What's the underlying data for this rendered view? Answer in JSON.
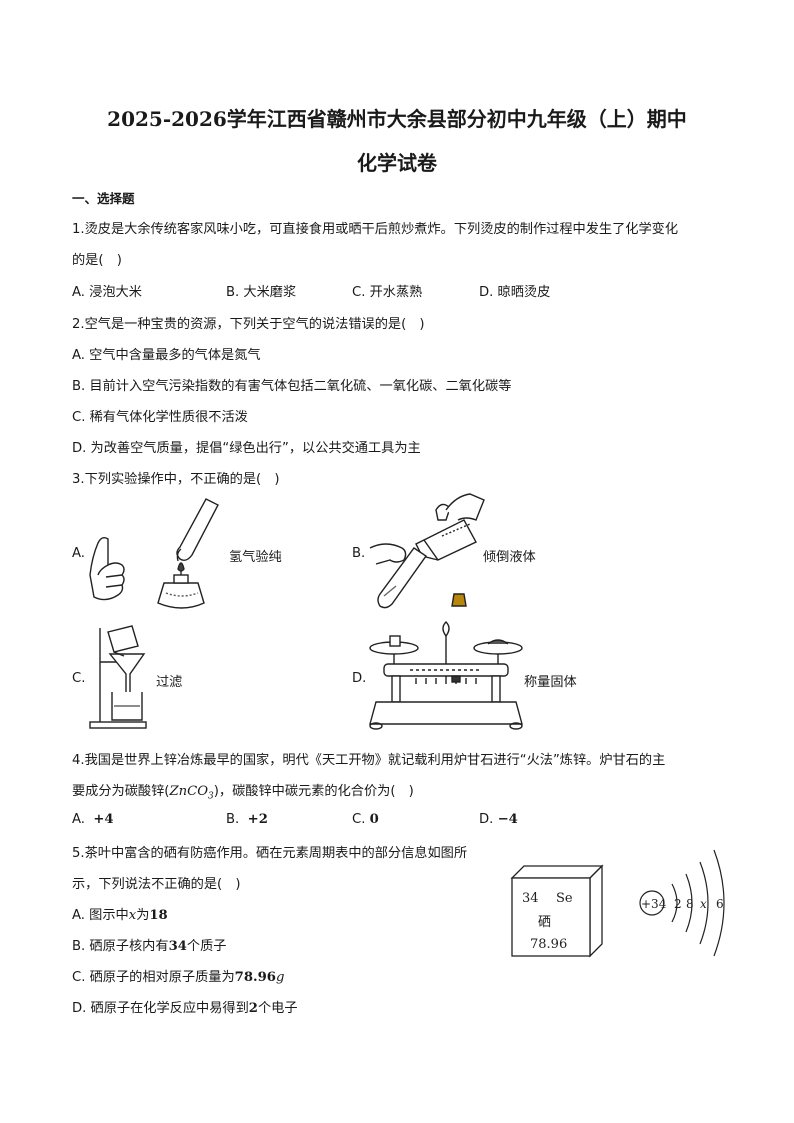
{
  "header": {
    "title_line1": "2025-2026学年江西省赣州市大余县部分初中九年级（上）期中",
    "title_line2": "化学试卷"
  },
  "section1": "一、选择题",
  "q1": {
    "line1": "1.烫皮是大余传统客家风味小吃，可直接食用或晒干后煎炒煮炸。下列烫皮的制作过程中发生了化学变化",
    "line2": "的是(　)",
    "options": [
      "A. 浸泡大米",
      "B. 大米磨浆",
      "C. 开水蒸熟",
      "D. 晾晒烫皮"
    ]
  },
  "q2": {
    "stem": "2.空气是一种宝贵的资源，下列关于空气的说法错误的是(　)",
    "options": [
      "A. 空气中含量最多的气体是氮气",
      "B. 目前计入空气污染指数的有害气体包括二氧化硫、一氧化碳、二氧化碳等",
      "C. 稀有气体化学性质很不活泼",
      "D. 为改善空气质量，提倡“绿色出行”，以公共交通工具为主"
    ]
  },
  "q3": {
    "stem": "3.下列实验操作中，不正确的是(　)",
    "a_letter": "A.",
    "a_label": "氢气验纯",
    "b_letter": "B.",
    "b_label": "倾倒液体",
    "c_letter": "C.",
    "c_label": "过滤",
    "d_letter": "D.",
    "d_label": "称量固体"
  },
  "q4": {
    "line1": "4.我国是世界上锌冶炼最早的国家，明代《天工开物》就记载利用炉甘石进行“火法”炼锌。炉甘石的主",
    "line2_pre": "要成分为碳酸锌(",
    "formula": "ZnCO",
    "formula_sub": "3",
    "line2_post": ")，碳酸锌中碳元素的化合价为(　)",
    "options": [
      {
        "letter": "A.",
        "value": "+4"
      },
      {
        "letter": "B.",
        "value": "+2"
      },
      {
        "letter": "C.",
        "value": "0"
      },
      {
        "letter": "D.",
        "value": "−4"
      }
    ]
  },
  "q5": {
    "line1": "5.茶叶中富含的硒有防癌作用。硒在元素周期表中的部分信息如图所",
    "line2": "示，下列说法不正确的是(　)",
    "optA_pre": "A. 图示中",
    "optA_var": "x",
    "optA_mid": "为",
    "optA_val": "18",
    "optB_pre": "B. 硒原子核内有",
    "optB_val": "34",
    "optB_post": "个质子",
    "optC_pre": "C. 硒原子的相对原子质量为",
    "optC_val": "78.96",
    "optC_unit": "g",
    "optD_pre": "D. 硒原子在化学反应中易得到",
    "optD_val": "2",
    "optD_post": "个电子",
    "element": {
      "number": "34",
      "symbol": "Se",
      "name": "硒",
      "mass": "78.96"
    },
    "atom": {
      "nucleus": "+34",
      "shell1": "2",
      "shell2": "8",
      "shell3": "x",
      "shell4": "6"
    }
  }
}
